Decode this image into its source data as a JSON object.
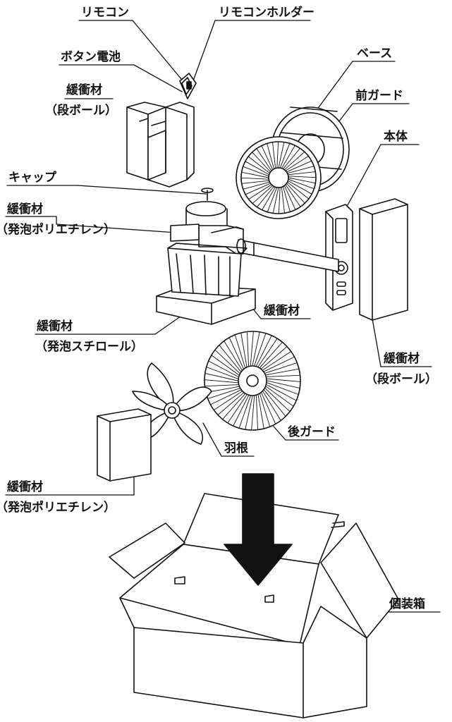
{
  "labels": {
    "remocon": "リモコン",
    "remocon_holder": "リモコンホルダー",
    "button_battery": "ボタン電池",
    "base": "ベース",
    "cushion_cardboard_top_1": "緩衝材",
    "cushion_cardboard_top_2": "（段ボール）",
    "front_guard": "前ガード",
    "main_body": "本体",
    "cap": "キャップ",
    "cushion_pe_top_1": "緩衝材",
    "cushion_pe_top_2": "（発泡ポリエチレン）",
    "cushion_mid": "緩衝材",
    "cushion_styro_1": "緩衝材",
    "cushion_styro_2": "（発泡スチロール）",
    "cushion_cardboard_right_1": "緩衝材",
    "cushion_cardboard_right_2": "（段ボール）",
    "rear_guard": "後ガード",
    "blade": "羽根",
    "cushion_pe_bottom_1": "緩衝材",
    "cushion_pe_bottom_2": "（発泡ポリエチレン）",
    "individual_box": "個装箱"
  },
  "colors": {
    "line": "#111111",
    "arrow": "#111111",
    "background": "#ffffff"
  }
}
